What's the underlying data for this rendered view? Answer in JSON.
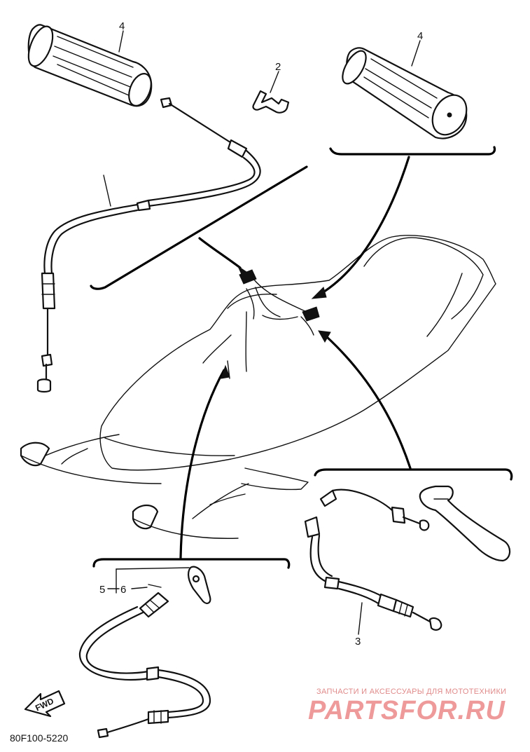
{
  "callouts": {
    "grip_left": "4",
    "clip": "2",
    "grip_right": "4",
    "brake_cable": "3",
    "part_5": "5",
    "part_6": "6"
  },
  "fwd_label": "FWD",
  "drawing_code": "80F100-5220",
  "watermark": {
    "tagline": "ЗАПЧАСТИ И АКСЕССУАРЫ ДЛЯ МОТОТЕХНИКИ",
    "logo": "PARTSFOR.RU"
  }
}
